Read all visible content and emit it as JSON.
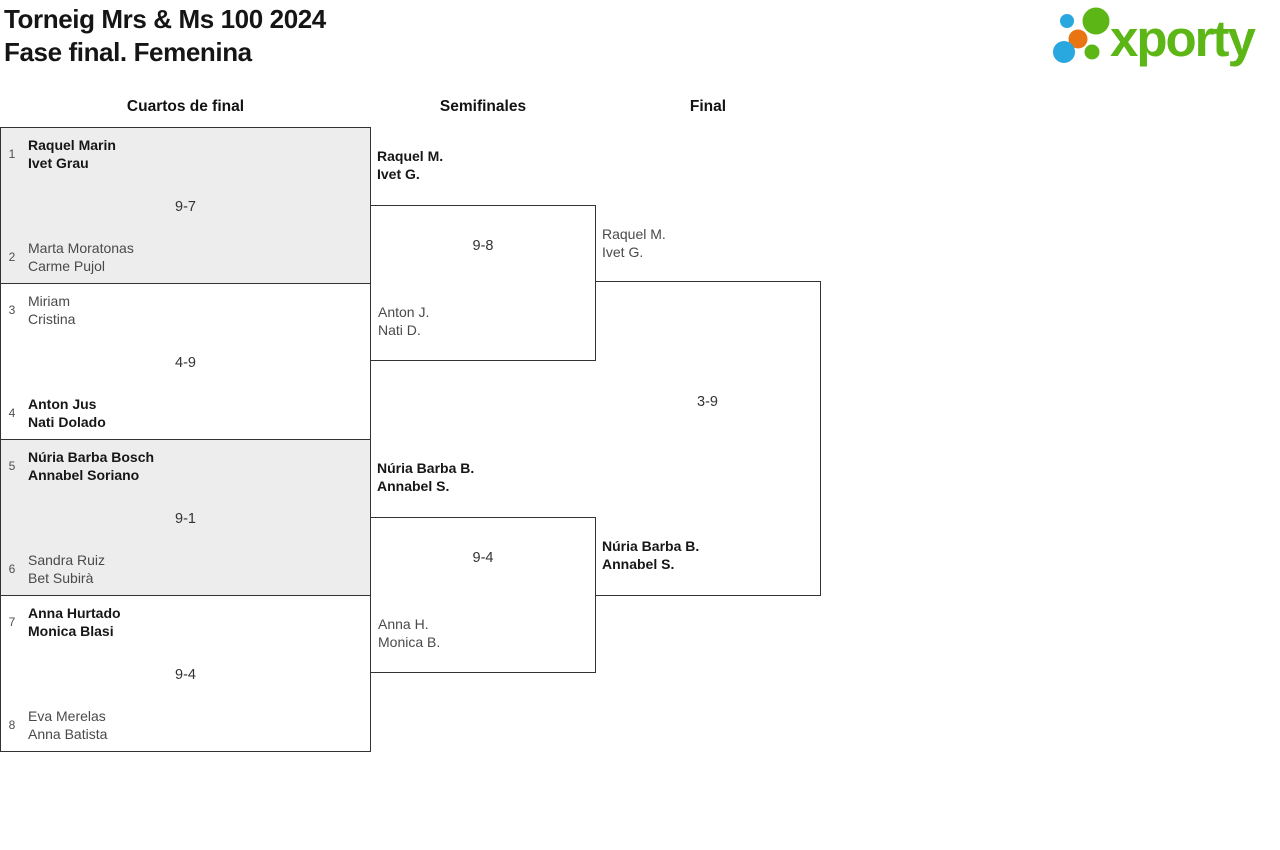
{
  "header": {
    "title_line1": "Torneig Mrs & Ms 100 2024",
    "title_line2": "Fase final. Femenina",
    "logo_text": "xporty"
  },
  "colors": {
    "brand_green": "#5cb615",
    "brand_blue": "#29a8e0",
    "brand_orange": "#e87511",
    "box_gray": "#ededed",
    "line": "#333333"
  },
  "columns": {
    "quarterfinals_label": "Cuartos de final",
    "semifinals_label": "Semifinales",
    "final_label": "Final"
  },
  "bracket": {
    "quarterfinals": [
      {
        "seed_top": "1",
        "team_top": [
          "Raquel Marin",
          "Ivet Grau"
        ],
        "score": "9-7",
        "seed_bottom": "2",
        "team_bottom": [
          "Marta Moratonas",
          "Carme Pujol"
        ]
      },
      {
        "seed_top": "3",
        "team_top": [
          "Miriam",
          "Cristina"
        ],
        "score": "4-9",
        "seed_bottom": "4",
        "team_bottom": [
          "Anton Jus",
          "Nati Dolado"
        ]
      },
      {
        "seed_top": "5",
        "team_top": [
          "Núria Barba Bosch",
          "Annabel Soriano"
        ],
        "score": "9-1",
        "seed_bottom": "6",
        "team_bottom": [
          "Sandra Ruiz",
          "Bet Subirà"
        ]
      },
      {
        "seed_top": "7",
        "team_top": [
          "Anna Hurtado",
          "Monica Blasi"
        ],
        "score": "9-4",
        "seed_bottom": "8",
        "team_bottom": [
          "Eva Merelas",
          "Anna Batista"
        ]
      }
    ],
    "semifinals": [
      {
        "team_top": [
          "Raquel M.",
          "Ivet G."
        ],
        "score": "9-8",
        "team_bottom": [
          "Anton J.",
          "Nati D."
        ]
      },
      {
        "team_top": [
          "Núria Barba B.",
          "Annabel S."
        ],
        "score": "9-4",
        "team_bottom": [
          "Anna H.",
          "Monica B."
        ]
      }
    ],
    "final": {
      "team_top": [
        "Raquel M.",
        "Ivet G."
      ],
      "score": "3-9",
      "team_bottom": [
        "Núria Barba B.",
        "Annabel S."
      ]
    }
  }
}
